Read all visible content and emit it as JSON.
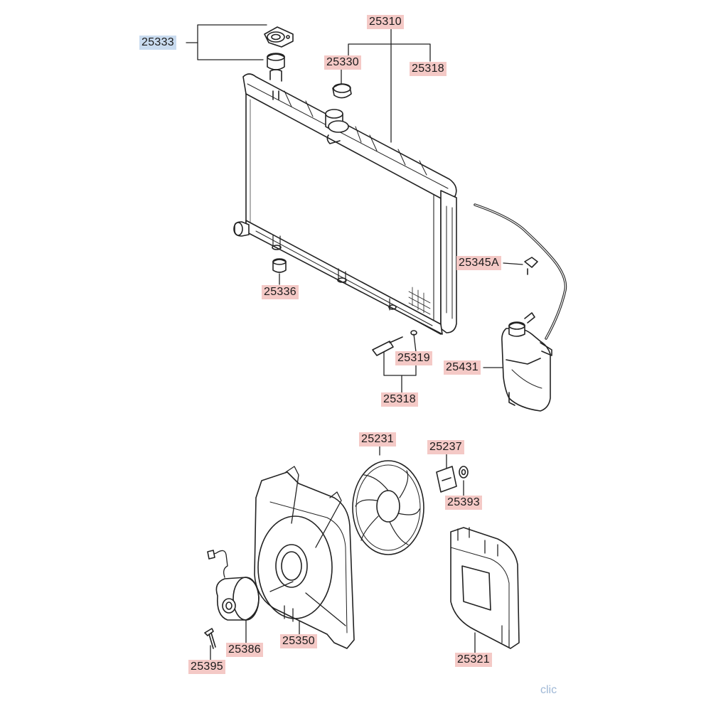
{
  "colors": {
    "label_bg": "#f4c9c6",
    "label_selected_bg": "#c9dbef",
    "line": "#222222",
    "watermark": "#9fb8d6"
  },
  "labels": {
    "p25333": "25333",
    "p25310": "25310",
    "p25330": "25330",
    "p25318_top": "25318",
    "p25345A": "25345A",
    "p25336": "25336",
    "p25319": "25319",
    "p25318_bottom": "25318",
    "p25431": "25431",
    "p25231": "25231",
    "p25237": "25237",
    "p25393": "25393",
    "p25386": "25386",
    "p25350": "25350",
    "p25395": "25395",
    "p25321": "25321"
  },
  "selected_part": "25333",
  "watermark": "clic"
}
